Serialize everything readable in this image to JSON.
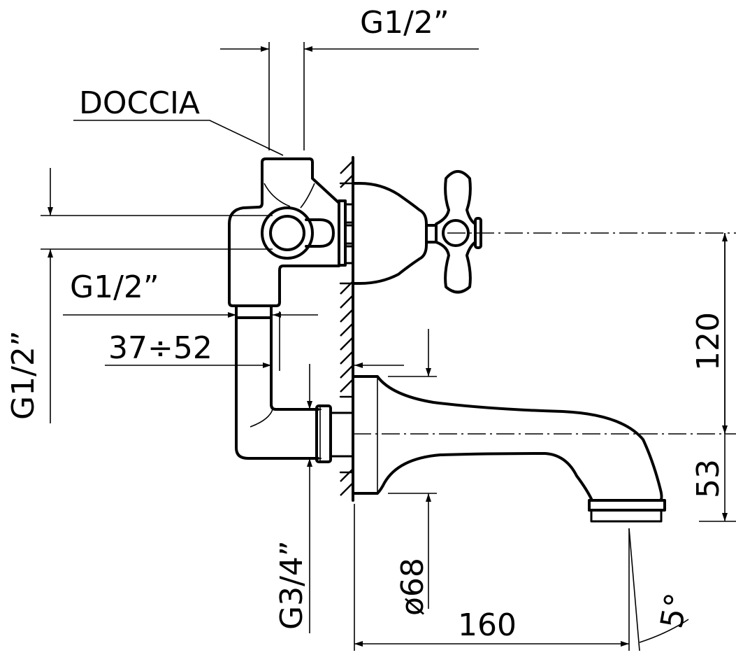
{
  "title": "Bath mixer with diverter - dimensional drawing",
  "labels": {
    "top_thread": "G1/2”",
    "doccia": "DOCCIA",
    "left_thread_vertical": "G1/2”",
    "inlet_thread": "G1/2”",
    "range": "37÷52",
    "outlet_thread": "G3/4”",
    "diameter": "ø68",
    "length": "160",
    "height_upper": "120",
    "height_lower": "53",
    "angle": "5°"
  },
  "colors": {
    "line": "#000000",
    "background": "#ffffff"
  }
}
